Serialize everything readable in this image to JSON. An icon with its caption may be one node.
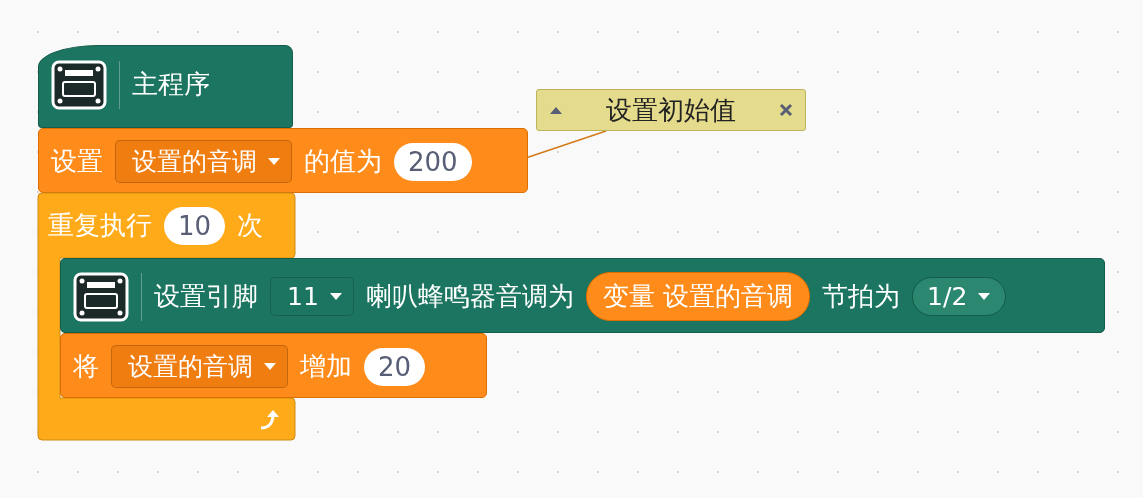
{
  "diagram": {
    "nodes": [
      {
        "text": [
          "主程序"
        ]
      },
      {
        "text": [
          "设置",
          "设置的音调",
          "的值为",
          "200"
        ]
      },
      {
        "text": [
          "设置初始值"
        ]
      },
      {
        "text": [
          "重复执行",
          "10",
          "次"
        ]
      },
      {
        "text": [
          "设置引脚",
          "11",
          "喇叭蜂鸣器音调为",
          "变量 设置的音调",
          "节拍为",
          "1/2"
        ]
      },
      {
        "text": [
          "将",
          "设置的音调",
          "增加",
          "20"
        ]
      }
    ],
    "edges": [
      {
        "from": 2,
        "to": 1,
        "arrow": "none"
      }
    ]
  }
}
